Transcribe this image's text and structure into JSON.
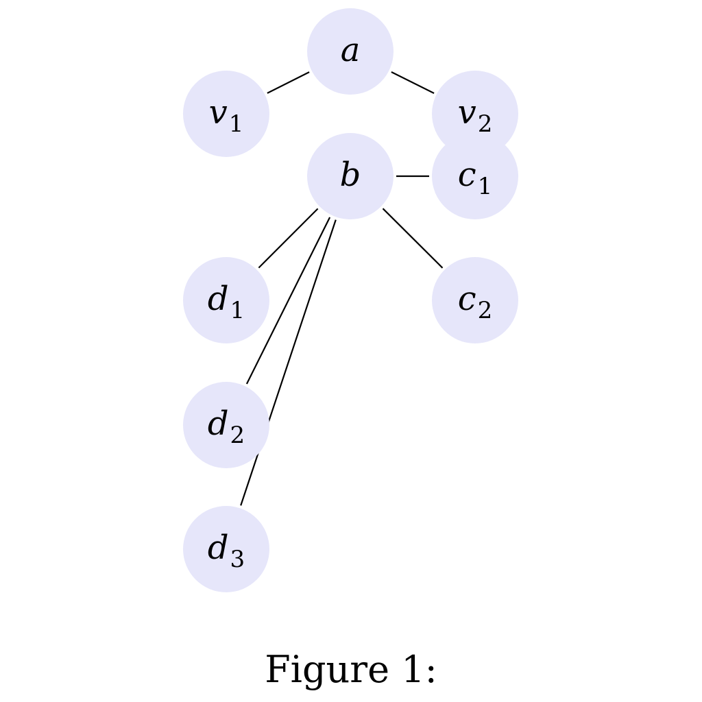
{
  "diagram": {
    "node_fill": "#e6e6fa",
    "nodes": [
      {
        "id": "a",
        "base": "a",
        "sub": ""
      },
      {
        "id": "v1",
        "base": "v",
        "sub": "1"
      },
      {
        "id": "v2",
        "base": "v",
        "sub": "2"
      },
      {
        "id": "b",
        "base": "b",
        "sub": ""
      },
      {
        "id": "c1",
        "base": "c",
        "sub": "1"
      },
      {
        "id": "c2",
        "base": "c",
        "sub": "2"
      },
      {
        "id": "d1",
        "base": "d",
        "sub": "1"
      },
      {
        "id": "d2",
        "base": "d",
        "sub": "2"
      },
      {
        "id": "d3",
        "base": "d",
        "sub": "3"
      }
    ],
    "edges": [
      {
        "from": "a",
        "to": "v1"
      },
      {
        "from": "a",
        "to": "v2"
      },
      {
        "from": "b",
        "to": "c1"
      },
      {
        "from": "b",
        "to": "c2"
      },
      {
        "from": "b",
        "to": "d1"
      },
      {
        "from": "b",
        "to": "d2"
      },
      {
        "from": "b",
        "to": "d3"
      }
    ]
  },
  "caption": "Figure 1:"
}
